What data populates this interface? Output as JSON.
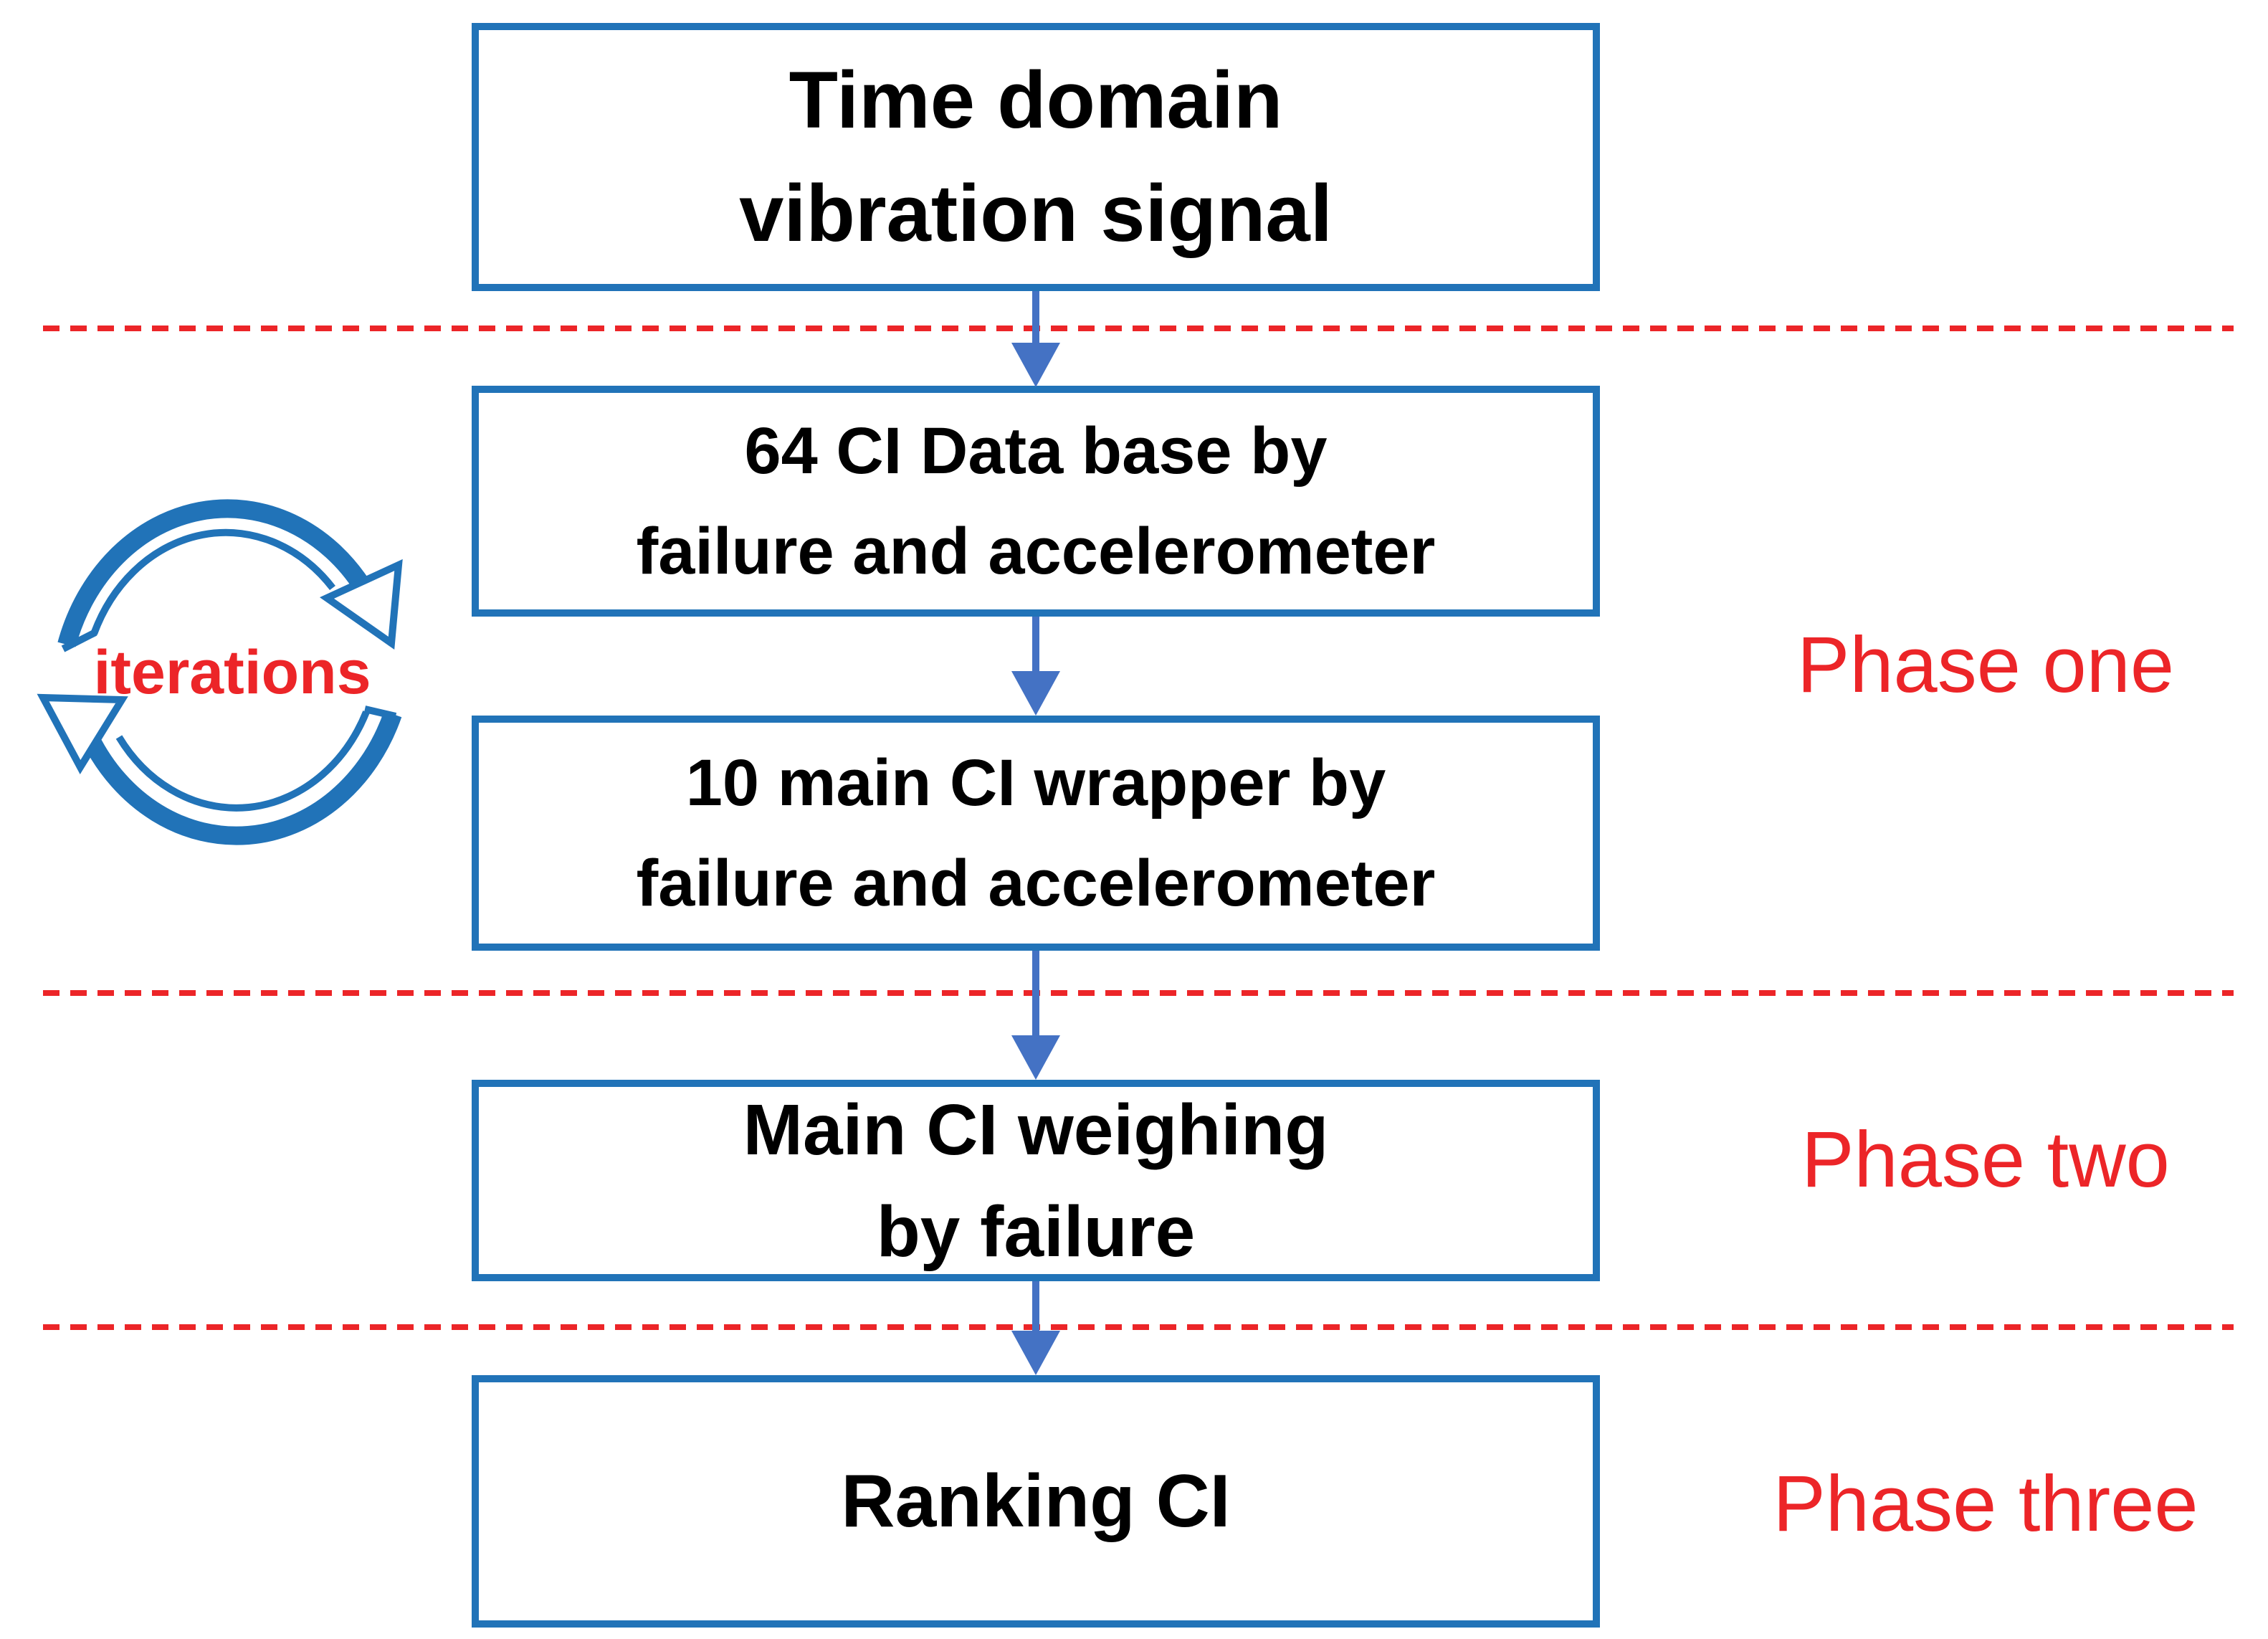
{
  "boxes": [
    {
      "id": "time-domain-vibration-signal",
      "lines": [
        "Time domain",
        "vibration signal"
      ]
    },
    {
      "id": "ci-data-base",
      "lines": [
        "64 CI Data base by",
        "failure and accelerometer"
      ]
    },
    {
      "id": "main-ci-wrapper",
      "lines": [
        "10 main CI wrapper by",
        "failure and accelerometer"
      ]
    },
    {
      "id": "main-ci-weighing",
      "lines": [
        "Main CI weighing",
        "by failure"
      ]
    },
    {
      "id": "ranking-ci",
      "lines": [
        "Ranking CI"
      ]
    }
  ],
  "phases": [
    "Phase one",
    "Phase two",
    "Phase three"
  ],
  "iterations_label": "iterations",
  "colors": {
    "box_border_blue": "#2173B8",
    "arrow_blue": "#4472C4",
    "red": "#EC2528",
    "text_black": "#000000"
  }
}
